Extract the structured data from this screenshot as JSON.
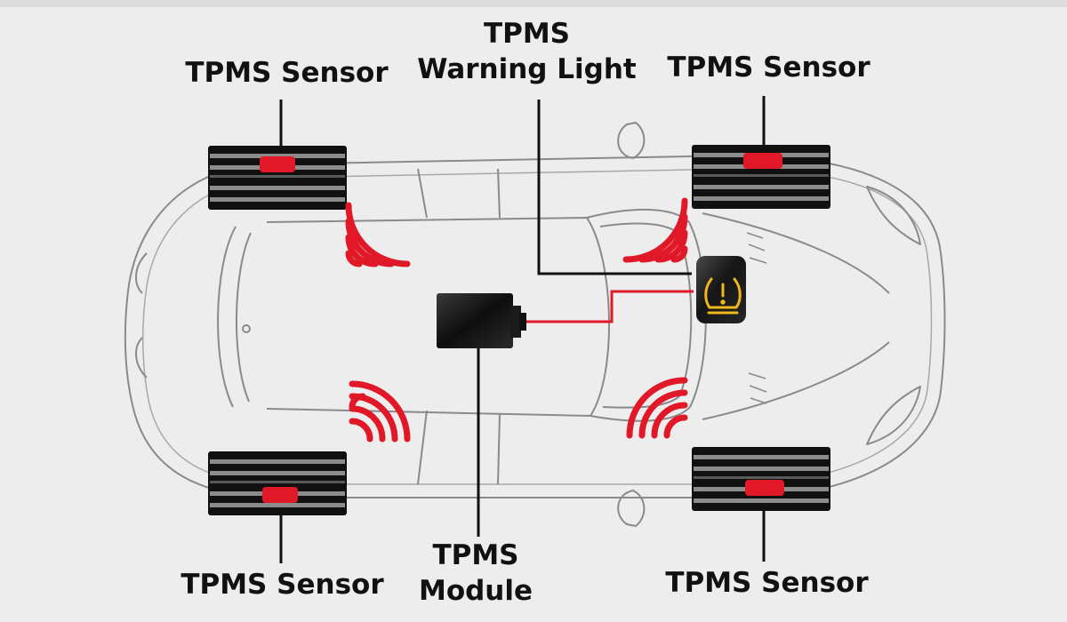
{
  "labels": {
    "sensor_front_left": "TPMS Sensor",
    "sensor_front_right": "TPMS Sensor",
    "sensor_rear_left": "TPMS Sensor",
    "sensor_rear_right": "TPMS Sensor",
    "warning_light_line1": "TPMS",
    "warning_light_line2": "Warning Light",
    "module_line1": "TPMS",
    "module_line2": "Module"
  },
  "colors": {
    "signal_red": "#e01828",
    "warning_amber": "#f0b81c",
    "outline": "#8a8a8a",
    "background": "#ededed"
  }
}
